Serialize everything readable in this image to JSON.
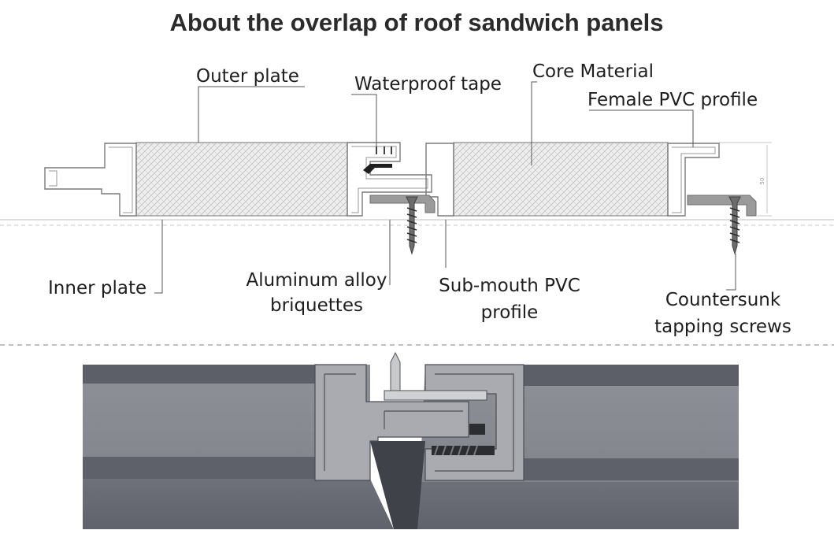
{
  "title": "About the overlap of roof sandwich panels",
  "labels": {
    "outer_plate": "Outer plate",
    "waterproof_tape": "Waterproof tape",
    "core_material": "Core Material",
    "female_pvc_profile": "Female PVC profile",
    "inner_plate": "Inner plate",
    "aluminum_alloy_line1": "Aluminum alloy",
    "aluminum_alloy_line2": "briquettes",
    "sub_mouth_line1": "Sub-mouth PVC",
    "sub_mouth_line2": "profile",
    "countersunk_line1": "Countersunk",
    "countersunk_line2": "tapping screws"
  },
  "dimension_label": "50",
  "colors": {
    "text": "#1e1e1e",
    "title": "#2b2b2b",
    "core_hatch": "#cfcfcf",
    "profile_outline": "#7a7a7a",
    "render_face": "#8b8e95",
    "render_top": "#6f727a",
    "render_profile": "#a9a9a9"
  }
}
